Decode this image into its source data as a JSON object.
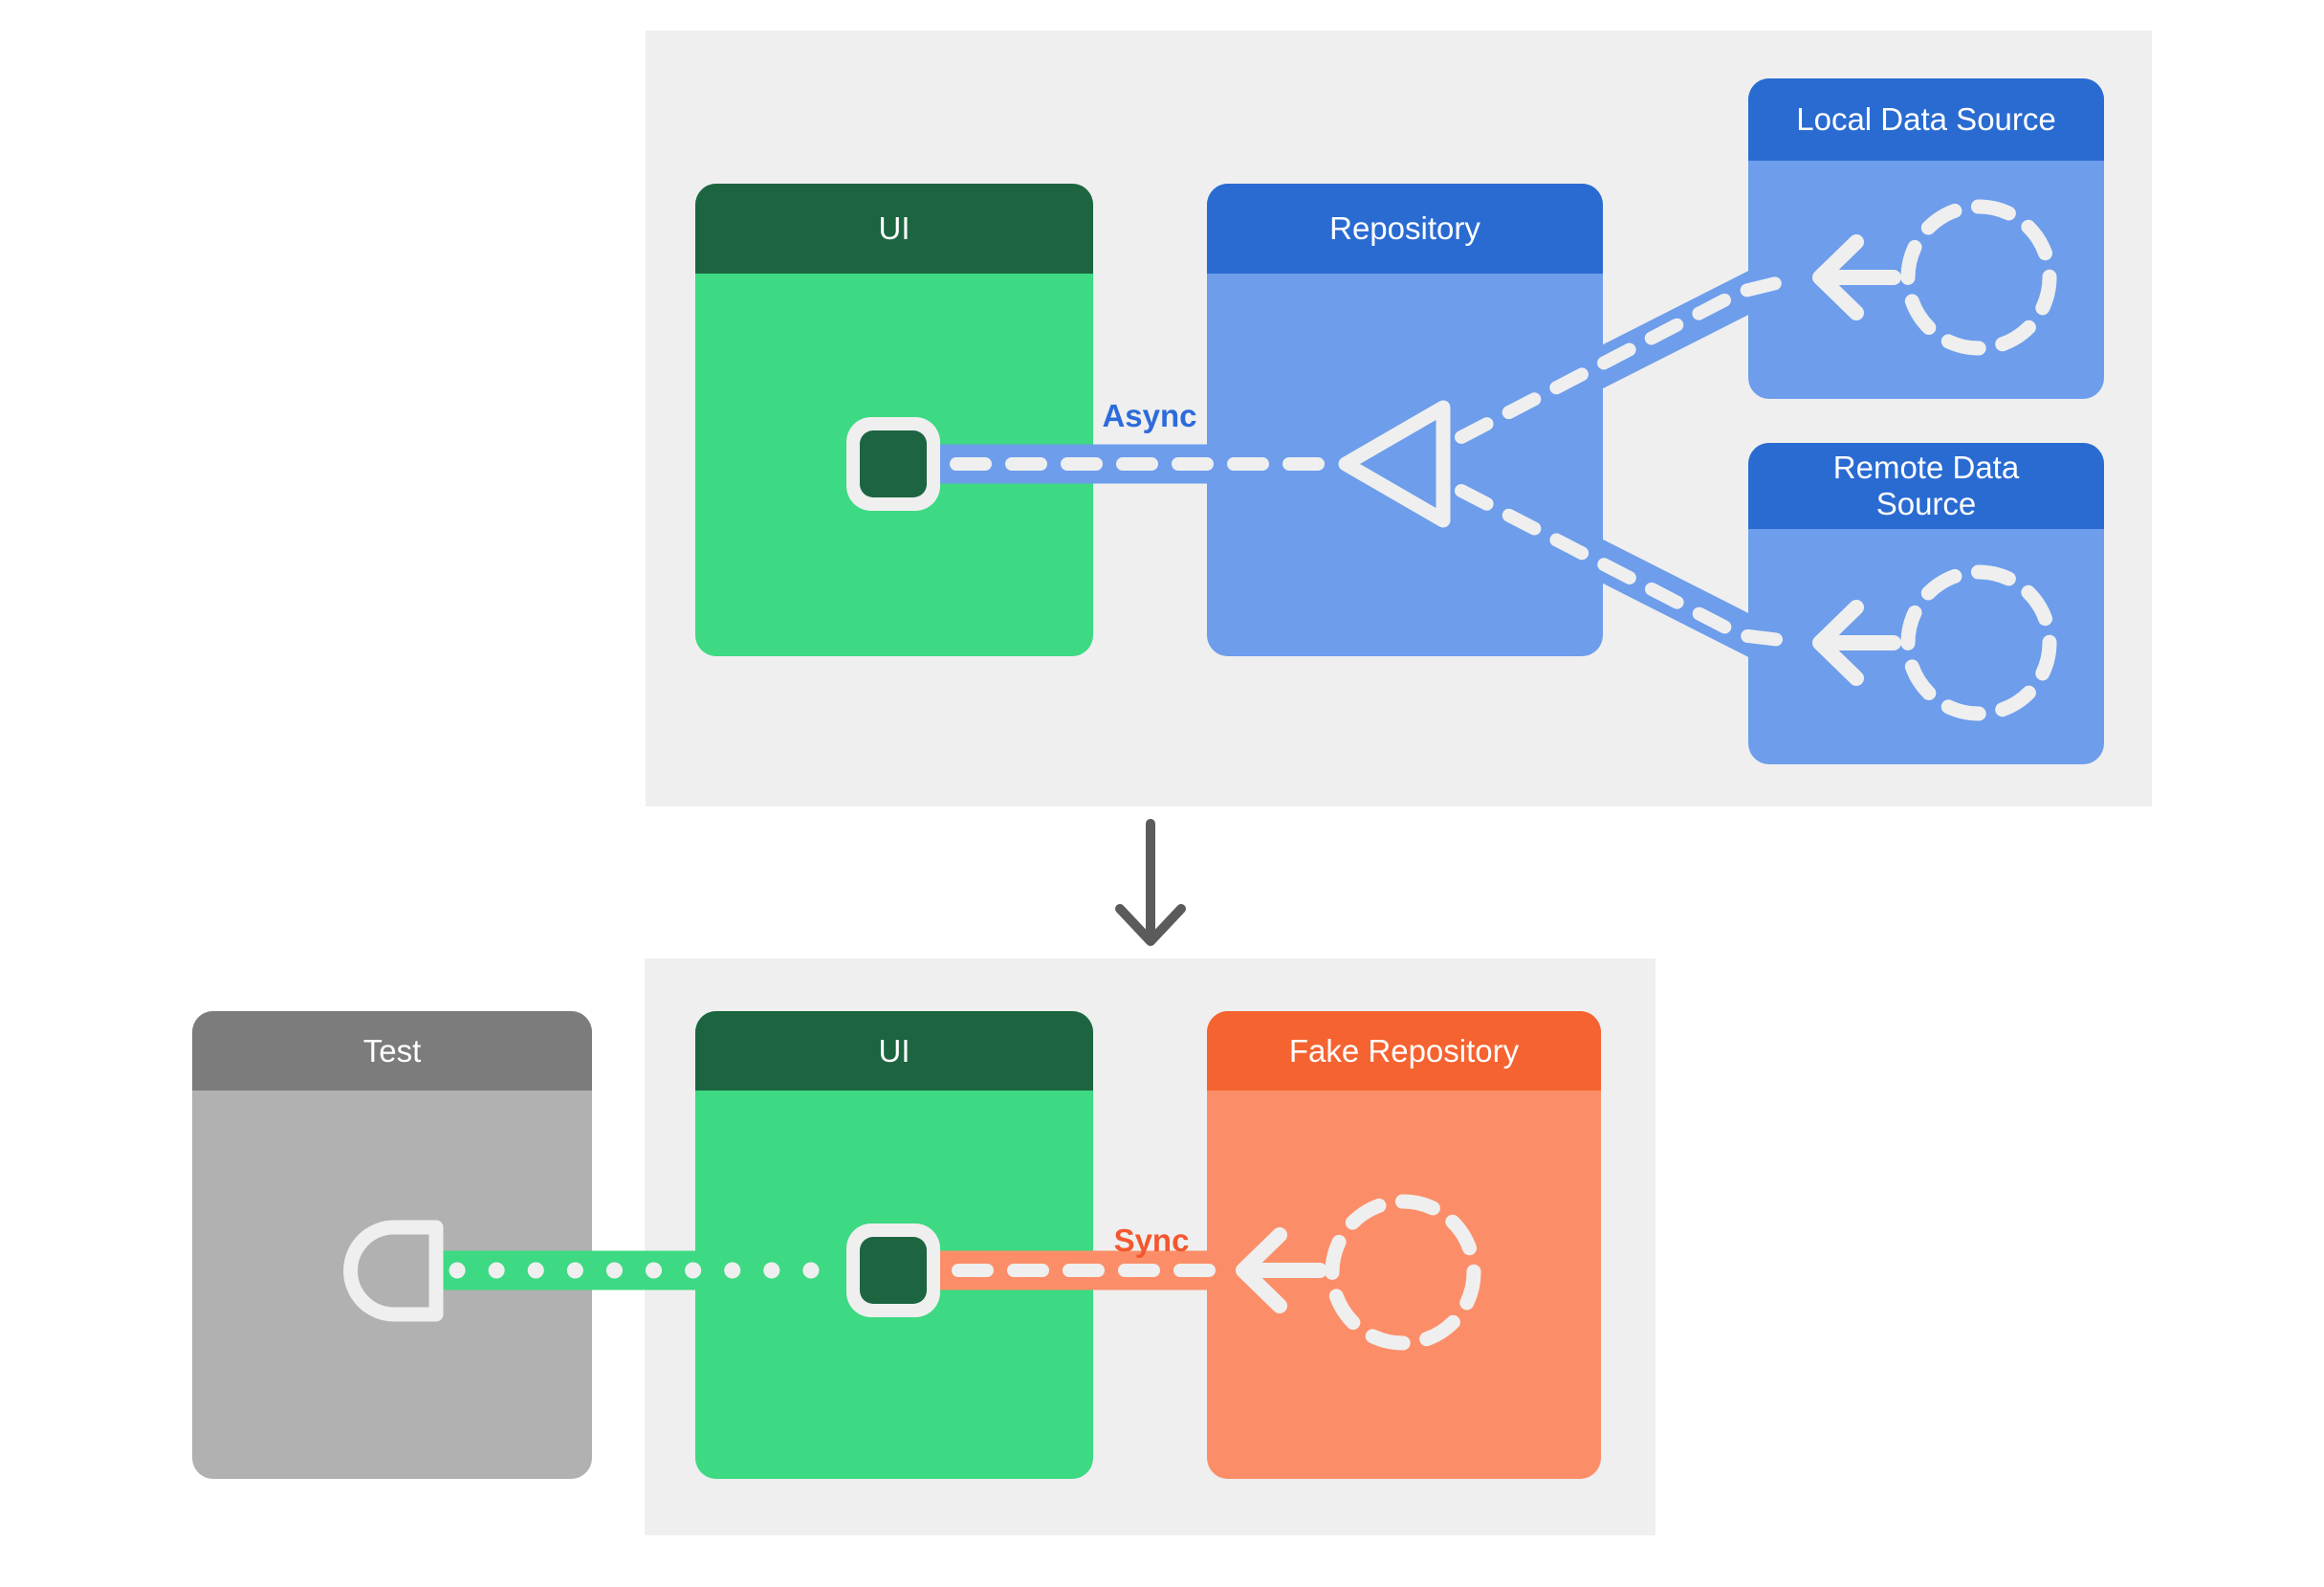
{
  "production_section": {
    "boxes": [
      {
        "title": "UI"
      },
      {
        "title": "Repository"
      },
      {
        "title": "Local Data Source"
      },
      {
        "title": "Remote Data Source"
      }
    ],
    "connection_label": "Async"
  },
  "test_section": {
    "boxes": [
      {
        "title": "Test"
      },
      {
        "title": "UI"
      },
      {
        "title": "Fake Repository"
      }
    ],
    "connection_label": "Sync"
  },
  "icons": {
    "ui_state_square": "rounded-square",
    "repository_merge": "left-pointing-triangle-outline",
    "data_source_circle": "dashed-circle",
    "data_flow_arrow": "left-arrow",
    "test_socket": "half-circle-socket",
    "section_flow_arrow": "down-arrow"
  },
  "colors": {
    "panel_bg": "#EFEFEF",
    "green_header": "#1D6541",
    "green_body": "#3DD983",
    "blue_header": "#2A6BD2",
    "blue_body": "#6D9DEB",
    "orange_header": "#F56331",
    "orange_body": "#FB8E68",
    "gray_header": "#7C7C7C",
    "gray_body": "#B1B1B1",
    "dash_color": "#EFEFEF",
    "async_label": "#2D6BDB",
    "sync_label": "#F4572E",
    "flow_arrow": "#5B5B5B"
  }
}
